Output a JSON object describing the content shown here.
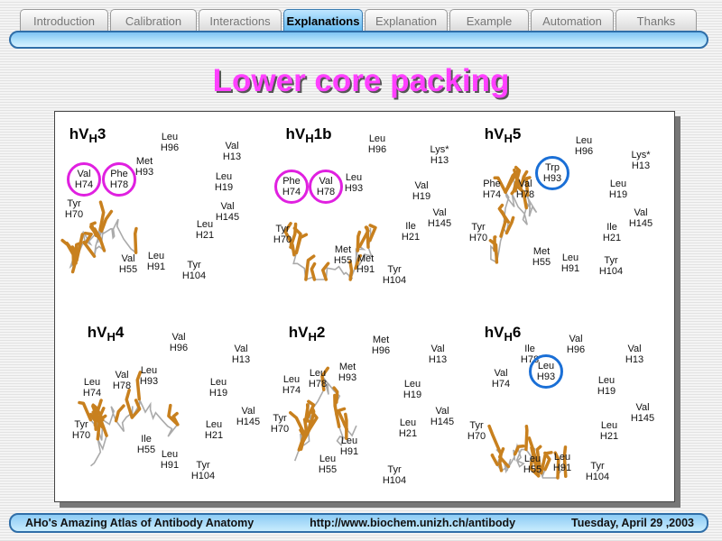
{
  "tabs": [
    {
      "label": "Introduction",
      "active": false
    },
    {
      "label": "Calibration",
      "active": false
    },
    {
      "label": "Interactions",
      "active": false
    },
    {
      "label": "Explanations",
      "active": true
    },
    {
      "label": "Explanation",
      "active": false
    },
    {
      "label": "Example",
      "active": false
    },
    {
      "label": "Automation",
      "active": false
    },
    {
      "label": "Thanks",
      "active": false
    }
  ],
  "title": "Lower core packing",
  "panels": [
    {
      "name": "hV",
      "sub": "H",
      "num": "3",
      "labels": [
        {
          "res": "Leu",
          "pos": "H96"
        },
        {
          "res": "Val",
          "pos": "H13"
        },
        {
          "res": "Met",
          "pos": "H93"
        },
        {
          "res": "Val",
          "pos": "H74",
          "circle": "magenta"
        },
        {
          "res": "Phe",
          "pos": "H78",
          "circle": "magenta"
        },
        {
          "res": "Leu",
          "pos": "H19"
        },
        {
          "res": "Tyr",
          "pos": "H70"
        },
        {
          "res": "Val",
          "pos": "H145"
        },
        {
          "res": "Leu",
          "pos": "H21"
        },
        {
          "res": "Val",
          "pos": "H55"
        },
        {
          "res": "Leu",
          "pos": "H91"
        },
        {
          "res": "Tyr",
          "pos": "H104"
        }
      ]
    },
    {
      "name": "hV",
      "sub": "H",
      "num": "1b",
      "labels": [
        {
          "res": "Leu",
          "pos": "H96"
        },
        {
          "res": "Lys*",
          "pos": "H13"
        },
        {
          "res": "Leu",
          "pos": "H93"
        },
        {
          "res": "Phe",
          "pos": "H74",
          "circle": "magenta"
        },
        {
          "res": "Val",
          "pos": "H78",
          "circle": "magenta"
        },
        {
          "res": "Val",
          "pos": "H19"
        },
        {
          "res": "Val",
          "pos": "H145"
        },
        {
          "res": "Tyr",
          "pos": "H70"
        },
        {
          "res": "Ile",
          "pos": "H21"
        },
        {
          "res": "Met",
          "pos": "H55"
        },
        {
          "res": "Met",
          "pos": "H91"
        },
        {
          "res": "Tyr",
          "pos": "H104"
        }
      ]
    },
    {
      "name": "hV",
      "sub": "H",
      "num": "5",
      "labels": [
        {
          "res": "Leu",
          "pos": "H96"
        },
        {
          "res": "Lys*",
          "pos": "H13"
        },
        {
          "res": "Trp",
          "pos": "H93",
          "circle": "blue"
        },
        {
          "res": "Phe",
          "pos": "H74"
        },
        {
          "res": "Val",
          "pos": "H78"
        },
        {
          "res": "Leu",
          "pos": "H19"
        },
        {
          "res": "Val",
          "pos": "H145"
        },
        {
          "res": "Tyr",
          "pos": "H70"
        },
        {
          "res": "Ile",
          "pos": "H21"
        },
        {
          "res": "Met",
          "pos": "H55"
        },
        {
          "res": "Leu",
          "pos": "H91"
        },
        {
          "res": "Tyr",
          "pos": "H104"
        }
      ]
    },
    {
      "name": "hV",
      "sub": "H",
      "num": "4",
      "labels": [
        {
          "res": "Val",
          "pos": "H96"
        },
        {
          "res": "Val",
          "pos": "H13"
        },
        {
          "res": "Leu",
          "pos": "H93"
        },
        {
          "res": "Leu",
          "pos": "H74"
        },
        {
          "res": "Val",
          "pos": "H78"
        },
        {
          "res": "Leu",
          "pos": "H19"
        },
        {
          "res": "Val",
          "pos": "H145"
        },
        {
          "res": "Tyr",
          "pos": "H70"
        },
        {
          "res": "Leu",
          "pos": "H21"
        },
        {
          "res": "Ile",
          "pos": "H55"
        },
        {
          "res": "Leu",
          "pos": "H91"
        },
        {
          "res": "Tyr",
          "pos": "H104"
        }
      ]
    },
    {
      "name": "hV",
      "sub": "H",
      "num": "2",
      "labels": [
        {
          "res": "Met",
          "pos": "H96"
        },
        {
          "res": "Val",
          "pos": "H13"
        },
        {
          "res": "Met",
          "pos": "H93"
        },
        {
          "res": "Leu",
          "pos": "H74"
        },
        {
          "res": "Leu",
          "pos": "H78"
        },
        {
          "res": "Leu",
          "pos": "H19"
        },
        {
          "res": "Val",
          "pos": "H145"
        },
        {
          "res": "Tyr",
          "pos": "H70"
        },
        {
          "res": "Leu",
          "pos": "H21"
        },
        {
          "res": "Leu",
          "pos": "H91"
        },
        {
          "res": "Leu",
          "pos": "H55"
        },
        {
          "res": "Tyr",
          "pos": "H104"
        }
      ]
    },
    {
      "name": "hV",
      "sub": "H",
      "num": "6",
      "labels": [
        {
          "res": "Val",
          "pos": "H96"
        },
        {
          "res": "Val",
          "pos": "H13"
        },
        {
          "res": "Ile",
          "pos": "H78"
        },
        {
          "res": "Leu",
          "pos": "H93",
          "circle": "blue"
        },
        {
          "res": "Val",
          "pos": "H74"
        },
        {
          "res": "Leu",
          "pos": "H19"
        },
        {
          "res": "Val",
          "pos": "H145"
        },
        {
          "res": "Tyr",
          "pos": "H70"
        },
        {
          "res": "Leu",
          "pos": "H21"
        },
        {
          "res": "Leu",
          "pos": "H91"
        },
        {
          "res": "Leu",
          "pos": "H55"
        },
        {
          "res": "Tyr",
          "pos": "H104"
        }
      ]
    }
  ],
  "colors": {
    "magenta": "#e020e0",
    "blue": "#1a6fd6",
    "sidechain": "#c8801e",
    "backbone": "#aaaaaa"
  },
  "footer": {
    "left": "AHo's Amazing Atlas of Antibody Anatomy",
    "center": "http://www.biochem.unizh.ch/antibody",
    "right": "Tuesday, April 29 ,2003"
  }
}
